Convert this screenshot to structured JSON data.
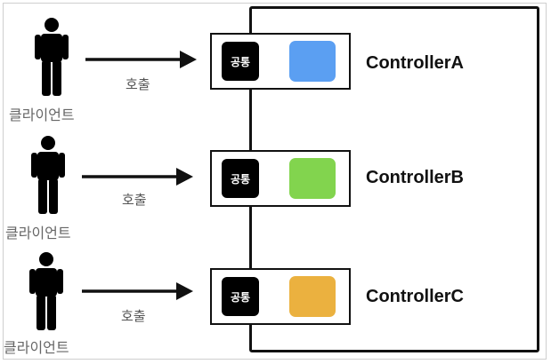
{
  "rows": [
    {
      "client_label": "클라이언트",
      "call_label": "호출",
      "common_label": "공통",
      "controller_name": "ControllerA",
      "block_color": "#5b9ff2"
    },
    {
      "client_label": "클라이언트",
      "call_label": "호출",
      "common_label": "공통",
      "controller_name": "ControllerB",
      "block_color": "#82d44e"
    },
    {
      "client_label": "클라이언트",
      "call_label": "호출",
      "common_label": "공통",
      "controller_name": "ControllerC",
      "block_color": "#ebb13f"
    }
  ],
  "icons": {
    "client": "person-icon",
    "call": "arrow-right-icon"
  },
  "colors": {
    "line": "#111111",
    "label": "#666666"
  }
}
